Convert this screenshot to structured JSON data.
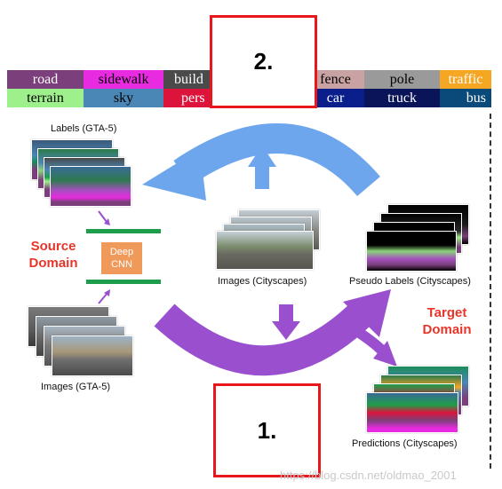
{
  "legend": {
    "row1": [
      "road",
      "sidewalk",
      "build",
      "fence",
      "pole",
      "traffic"
    ],
    "row2": [
      "terrain",
      "sky",
      "pers",
      "car",
      "truck",
      "bus"
    ],
    "colors": {
      "road": "#7b3f7b",
      "sidewalk": "#e82be0",
      "build": "#4a4a4a",
      "fence": "#c9a3a3",
      "pole": "#9a9a9a",
      "traffic": "#f5a623",
      "terrain": "#9ef08c",
      "sky": "#4a87b6",
      "pers": "#dc143c",
      "car": "#0a1f8c",
      "truck": "#0a1459",
      "bus": "#0a4a7a"
    }
  },
  "labels": {
    "gta_labels": "Labels (GTA-5)",
    "gta_images": "Images (GTA-5)",
    "city_images": "Images (Cityscapes)",
    "pseudo_labels": "Pseudo Labels (Cityscapes)",
    "predictions": "Predictions (Cityscapes)",
    "source_domain": "Source\nDomain",
    "target_domain": "Target\nDomain",
    "cnn_line1": "Deep",
    "cnn_line2": "CNN",
    "box1": "1.",
    "box2": "2.",
    "watermark": "https://blog.csdn.net/oldmao_2001"
  },
  "colors": {
    "blue_arrow": "#6ea6ee",
    "purple_arrow": "#9a4fcf",
    "green_bar": "#1e9e4a",
    "red_box": "#e8171b"
  }
}
